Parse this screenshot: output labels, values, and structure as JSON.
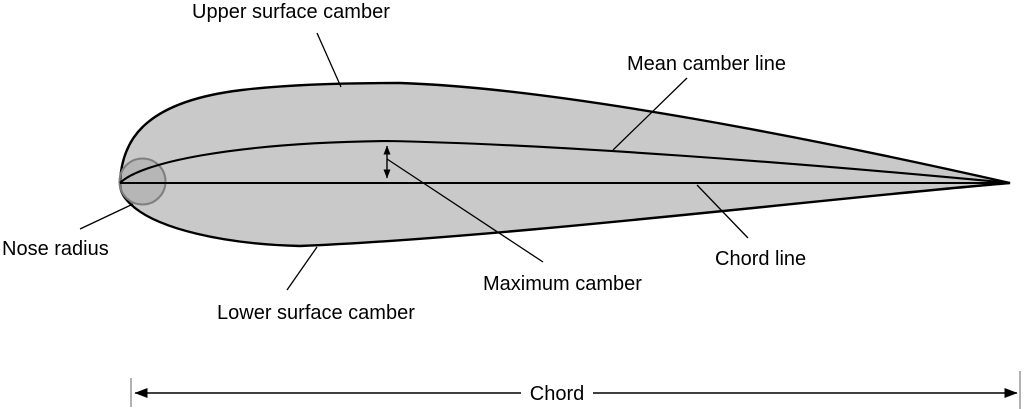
{
  "diagram": {
    "type": "airfoil-nomenclature",
    "labels": {
      "upper_surface_camber": "Upper surface camber",
      "mean_camber_line": "Mean camber line",
      "nose_radius": "Nose radius",
      "lower_surface_camber": "Lower surface camber",
      "maximum_camber": "Maximum camber",
      "chord_line": "Chord line",
      "chord": "Chord"
    },
    "colors": {
      "airfoil_fill": "#c9c9c9",
      "line": "#000000",
      "nose_circle_stroke": "#7f7f7f",
      "nose_circle_fill": "rgba(128,128,128,0.25)",
      "extension_tick": "#999999"
    }
  }
}
